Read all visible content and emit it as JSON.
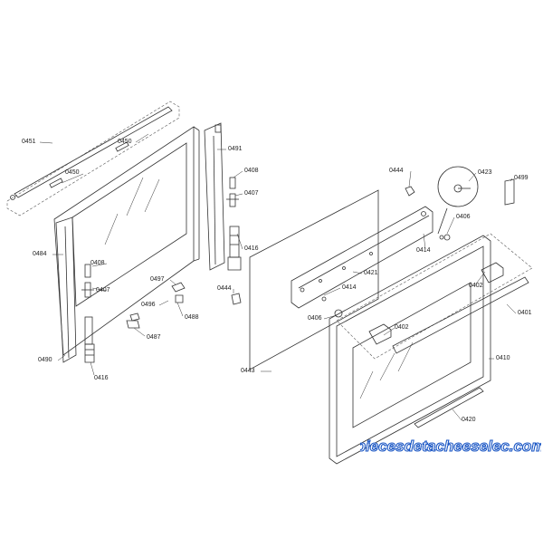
{
  "diagram": {
    "part_labels": [
      {
        "id": "l0451",
        "text": "0451"
      },
      {
        "id": "l0450a",
        "text": "0450"
      },
      {
        "id": "l0450b",
        "text": "0450"
      },
      {
        "id": "l0484",
        "text": "0484"
      },
      {
        "id": "l0408a",
        "text": "0408"
      },
      {
        "id": "l0407a",
        "text": "0407"
      },
      {
        "id": "l0490",
        "text": "0490"
      },
      {
        "id": "l0416a",
        "text": "0416"
      },
      {
        "id": "l0497",
        "text": "0497"
      },
      {
        "id": "l0496",
        "text": "0496"
      },
      {
        "id": "l0488",
        "text": "0488"
      },
      {
        "id": "l0487",
        "text": "0487"
      },
      {
        "id": "l0491",
        "text": "0491"
      },
      {
        "id": "l0408b",
        "text": "0408"
      },
      {
        "id": "l0407b",
        "text": "0407"
      },
      {
        "id": "l0416b",
        "text": "0416"
      },
      {
        "id": "l0444a",
        "text": "0444"
      },
      {
        "id": "l0443",
        "text": "0443"
      },
      {
        "id": "l0421",
        "text": "0421"
      },
      {
        "id": "l0414a",
        "text": "0414"
      },
      {
        "id": "l0406a",
        "text": "0406"
      },
      {
        "id": "l0444b",
        "text": "0444"
      },
      {
        "id": "l0414b",
        "text": "0414"
      },
      {
        "id": "l0423",
        "text": "0423"
      },
      {
        "id": "l0499",
        "text": "0499"
      },
      {
        "id": "l0406b",
        "text": "0406"
      },
      {
        "id": "l0402a",
        "text": "0402"
      },
      {
        "id": "l0402b",
        "text": "0402"
      },
      {
        "id": "l0401",
        "text": "0401"
      },
      {
        "id": "l0410",
        "text": "0410"
      },
      {
        "id": "l0420",
        "text": "0420"
      }
    ],
    "watermark": "piecesdetacheeselec.com"
  },
  "colors": {
    "line": "#333333",
    "dashed": "#555555",
    "label": "#222222",
    "watermark_fill": "#ffffff",
    "watermark_stroke": "#1a56c4"
  }
}
